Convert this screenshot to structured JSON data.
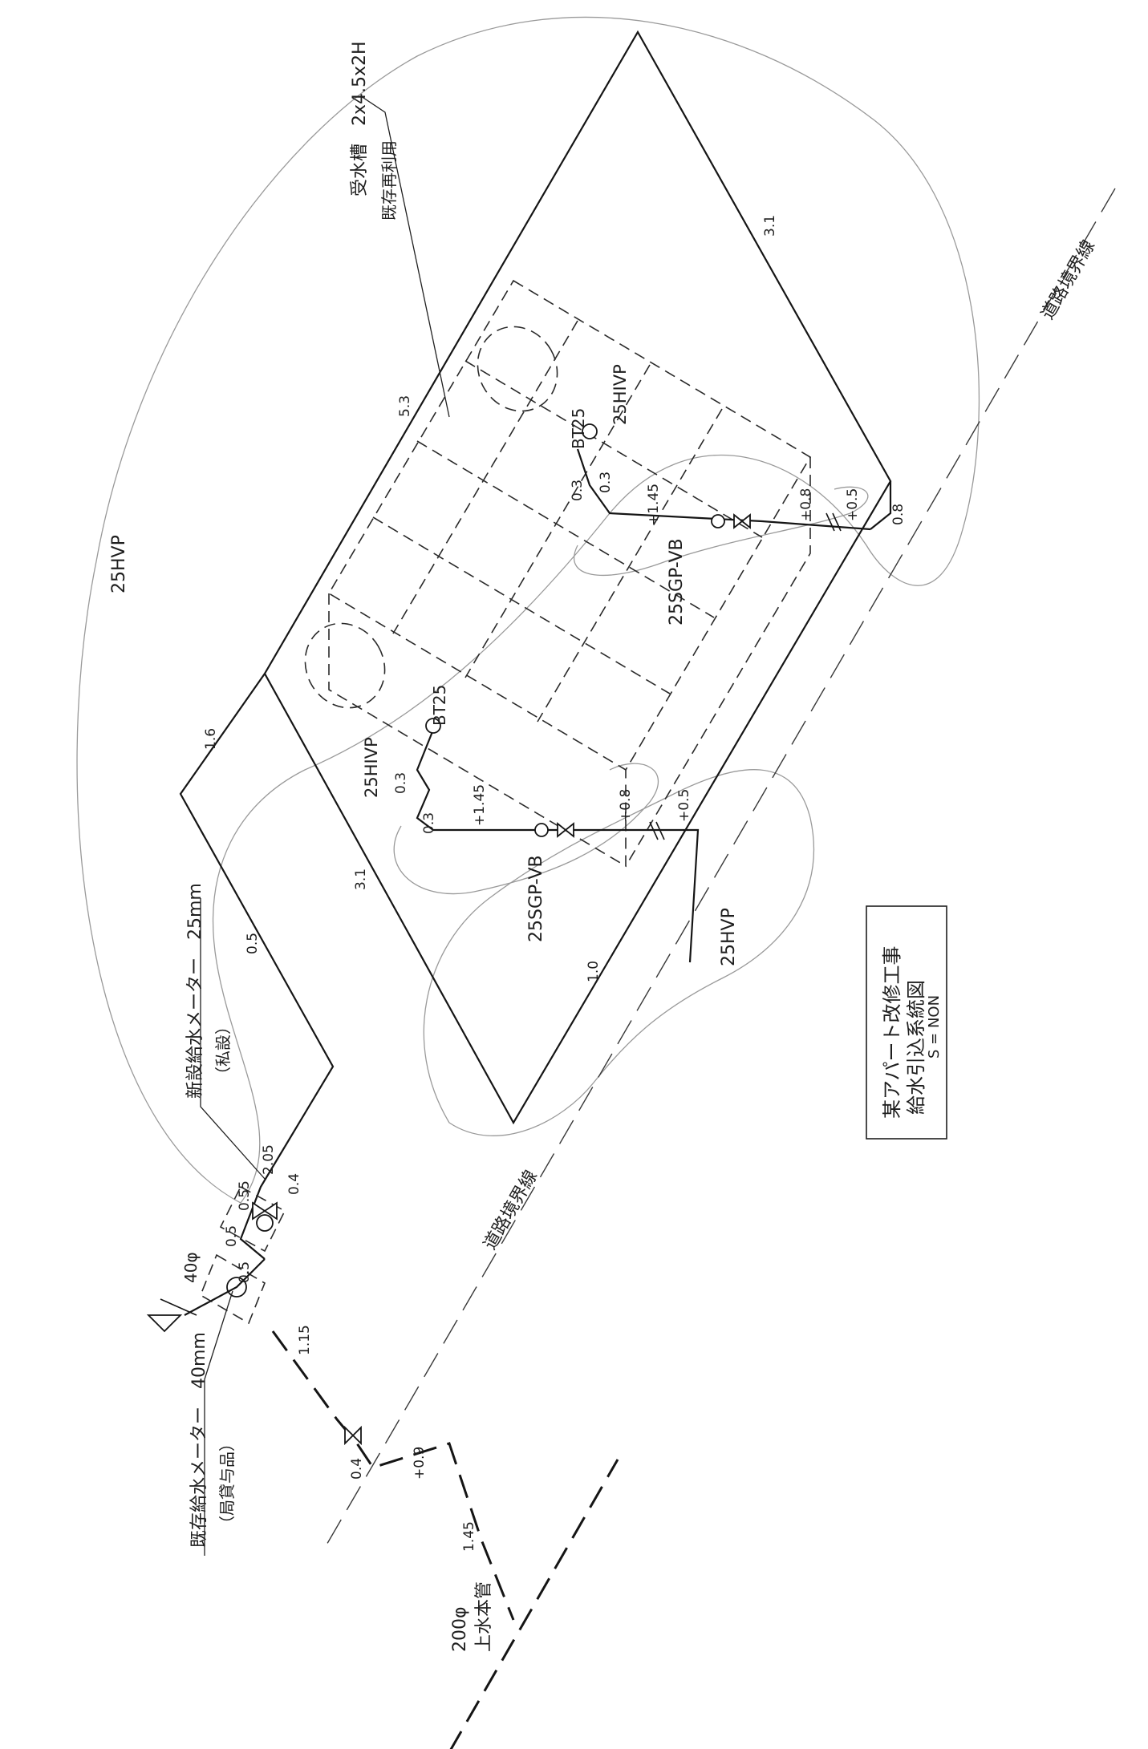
{
  "drawing": {
    "title_line1": "某アパート改修工事",
    "title_line2": "給水引込系統図",
    "scale": "S = NON"
  },
  "labels": {
    "tank": "受水槽　2x4.5x2H",
    "tank_note": "既存再利用",
    "new_meter": "新設給水メーター　25mm",
    "new_meter_note": "（私設）",
    "existing_meter": "既存給水メーター　40mm",
    "existing_meter_note": "（局貸与品）",
    "main_size": "200φ",
    "main_name": "上水本管",
    "branch_size": "40φ",
    "road_boundary": "道路境界線",
    "pipe_hvp": "25HVP",
    "pipe_hivp": "25HIVP",
    "pipe_sgp": "25SGP-VB",
    "ball_tap": "BT25"
  },
  "dims": {
    "d_31a": "3.1",
    "d_31b": "3.1",
    "d_53": "5.3",
    "d_16": "1.6",
    "d_05": "0.5",
    "d_10": "1.0",
    "d_08": "0.8",
    "d_205": "2.05",
    "d_04a": "0.4",
    "d_055": "0.55",
    "d_05b": "0.5",
    "d_05c": "0.5",
    "d_115": "1.15",
    "d_04b": "0.4",
    "d_09": "+0.9",
    "d_145": "1.45",
    "d_03a": "0.3",
    "d_03b": "0.3",
    "d_03c": "0.3",
    "d_03d": "0.3",
    "d_p145a": "+1.45",
    "d_p145b": "+1.45",
    "d_p08a": "+0.8",
    "d_p08b": "+0.8",
    "d_p05a": "+0.5",
    "d_p05b": "+0.5"
  }
}
